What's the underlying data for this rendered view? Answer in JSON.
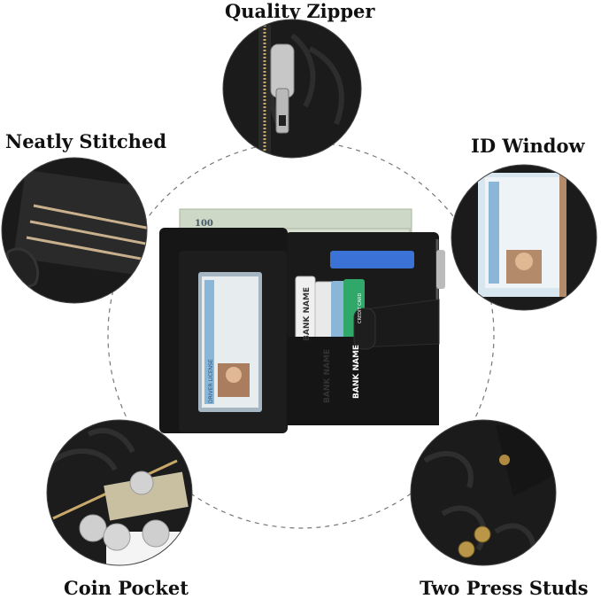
{
  "features": {
    "quality_zipper": "Quality Zipper",
    "neatly_stitched": "Neatly Stitched",
    "id_window": "ID Window",
    "coin_pocket": "Coin Pocket",
    "two_press_studs": "Two Press Studs"
  },
  "wallet": {
    "banknote_denomination": "100",
    "license_header": "DRIVER LICENSE",
    "card_label": "BANK NAME",
    "credit_card_label": "CREDIT CARD"
  },
  "colors": {
    "leather": "#141414",
    "card_green": "#2fa86a",
    "card_blue": "#3a72d6",
    "id_blue": "#8ab7d8"
  }
}
